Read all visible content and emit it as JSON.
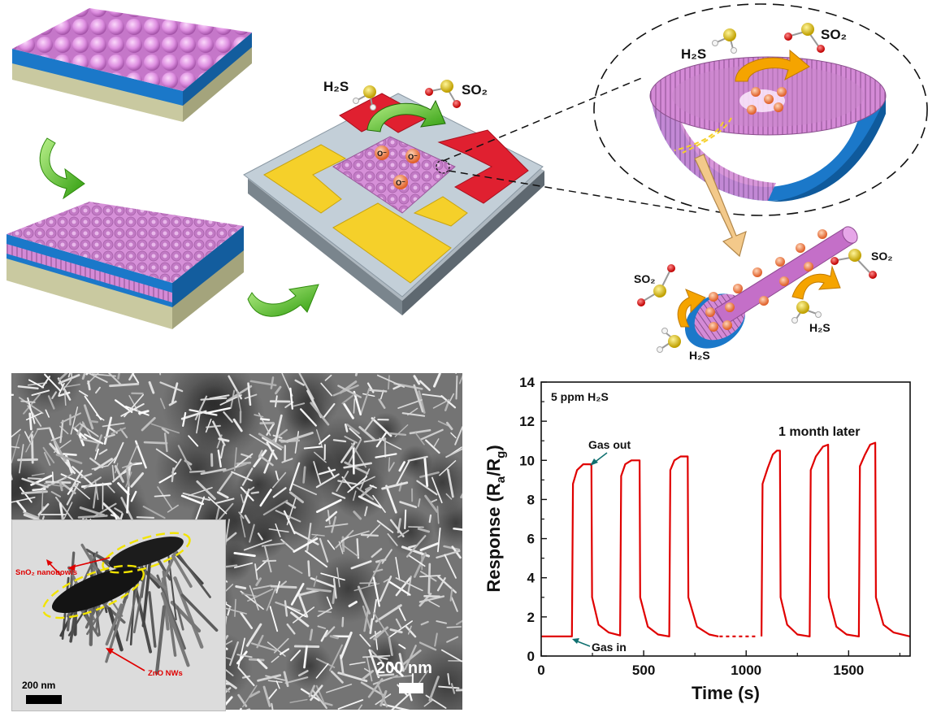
{
  "schematic": {
    "h2s_label": "H₂S",
    "so2_label": "SO₂",
    "ion_label": "O⁻"
  },
  "sem": {
    "scale_bar": "200 nm"
  },
  "tem": {
    "scale_bar": "200 nm",
    "label_sno2": "SnO₂ nanobowls",
    "label_zno": "ZnO NWs"
  },
  "colors": {
    "pink": "#dd8ee0",
    "blue_layer": "#1b78c9",
    "substrate": "#c9c9a0",
    "electrode_yellow": "#f5d02a",
    "electrode_red": "#e02030",
    "arrow_green": "#4cbf1a",
    "arrow_orange": "#f5a400",
    "curve_red": "#e00000"
  },
  "chart_data": {
    "type": "line",
    "annotation_gas": "5 ppm H₂S",
    "annotation_later": "1 month later",
    "annotation_gas_out": "Gas out",
    "annotation_gas_in": "Gas in",
    "xlabel": "Time (s)",
    "ylabel": "Response (R",
    "ylabel_sub_a": "a",
    "ylabel_slash": "/R",
    "ylabel_sub_g": "g",
    "ylabel_close": ")",
    "xlim": [
      0,
      1800
    ],
    "ylim": [
      0,
      14
    ],
    "xticks": [
      "0",
      "500",
      "1000",
      "1500"
    ],
    "xtick_values": [
      0,
      500,
      1000,
      1500
    ],
    "yticks": [
      "0",
      "2",
      "4",
      "6",
      "8",
      "10",
      "12",
      "14"
    ],
    "ytick_values": [
      0,
      2,
      4,
      6,
      8,
      10,
      12,
      14
    ],
    "series": [
      {
        "values": [
          [
            0,
            1.0
          ],
          [
            150,
            1.0
          ],
          [
            155,
            8.8
          ],
          [
            175,
            9.5
          ],
          [
            205,
            9.8
          ],
          [
            245,
            9.8
          ],
          [
            248,
            3.0
          ],
          [
            280,
            1.6
          ],
          [
            330,
            1.2
          ],
          [
            385,
            1.05
          ],
          [
            390,
            9.2
          ],
          [
            410,
            9.8
          ],
          [
            440,
            10.0
          ],
          [
            480,
            10.0
          ],
          [
            483,
            3.0
          ],
          [
            520,
            1.5
          ],
          [
            570,
            1.1
          ],
          [
            625,
            1.0
          ],
          [
            630,
            9.5
          ],
          [
            650,
            10.0
          ],
          [
            680,
            10.2
          ],
          [
            715,
            10.2
          ],
          [
            718,
            3.0
          ],
          [
            760,
            1.5
          ],
          [
            820,
            1.1
          ],
          [
            865,
            1.0
          ]
        ]
      },
      {
        "values": [
          [
            870,
            1.0
          ],
          [
            1050,
            1.0
          ]
        ]
      },
      {
        "values": [
          [
            1075,
            1.0
          ],
          [
            1080,
            8.8
          ],
          [
            1105,
            9.6
          ],
          [
            1130,
            10.3
          ],
          [
            1150,
            10.5
          ],
          [
            1165,
            10.5
          ],
          [
            1168,
            3.0
          ],
          [
            1200,
            1.6
          ],
          [
            1250,
            1.1
          ],
          [
            1310,
            1.0
          ],
          [
            1315,
            9.5
          ],
          [
            1340,
            10.2
          ],
          [
            1375,
            10.7
          ],
          [
            1400,
            10.8
          ],
          [
            1403,
            3.0
          ],
          [
            1440,
            1.5
          ],
          [
            1490,
            1.1
          ],
          [
            1550,
            1.0
          ],
          [
            1555,
            9.7
          ],
          [
            1580,
            10.3
          ],
          [
            1605,
            10.8
          ],
          [
            1630,
            10.9
          ],
          [
            1633,
            3.0
          ],
          [
            1670,
            1.6
          ],
          [
            1720,
            1.2
          ],
          [
            1800,
            1.0
          ]
        ]
      }
    ]
  }
}
